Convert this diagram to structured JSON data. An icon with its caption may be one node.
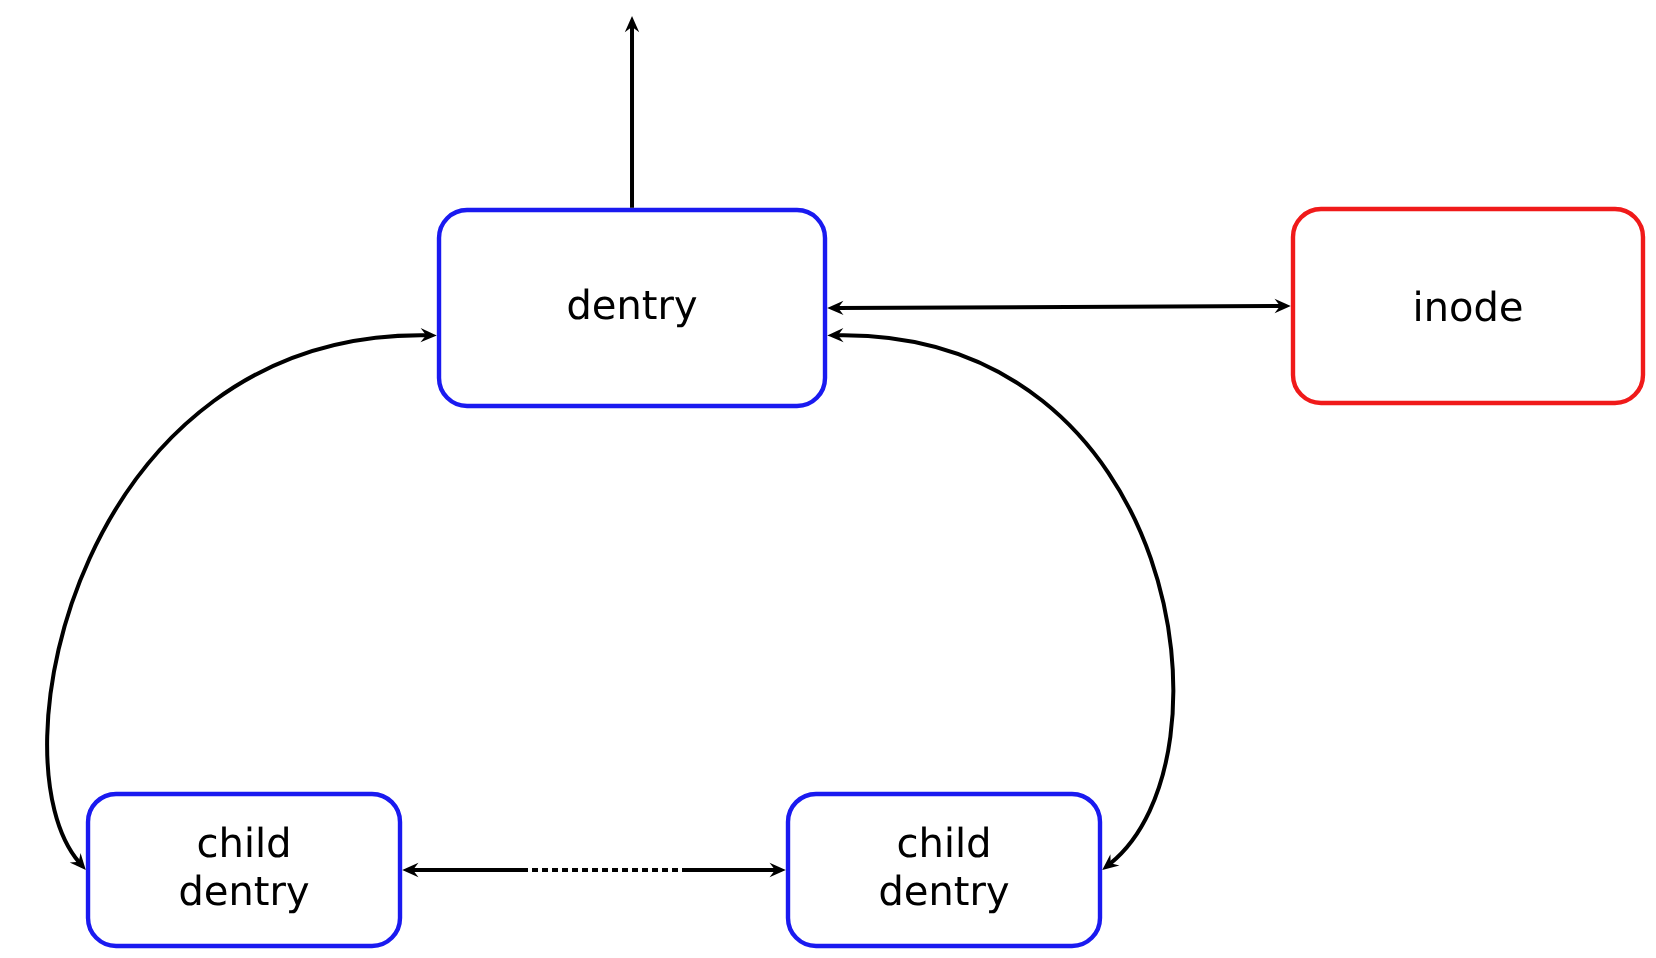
{
  "diagram": {
    "nodes": [
      {
        "text": [
          "dentry"
        ]
      },
      {
        "text": [
          "inode"
        ]
      },
      {
        "text": [
          "child dentry"
        ]
      },
      {
        "text": [
          "child dentry"
        ]
      }
    ],
    "edges": [
      {
        "from": 0,
        "to": null,
        "arrow": "to"
      },
      {
        "from": 0,
        "to": 1,
        "arrow": "both"
      },
      {
        "from": 0,
        "to": 2,
        "arrow": "both"
      },
      {
        "from": 0,
        "to": 3,
        "arrow": "both"
      },
      {
        "from": 2,
        "to": 3,
        "arrow": "both",
        "style": "dashed"
      }
    ]
  }
}
